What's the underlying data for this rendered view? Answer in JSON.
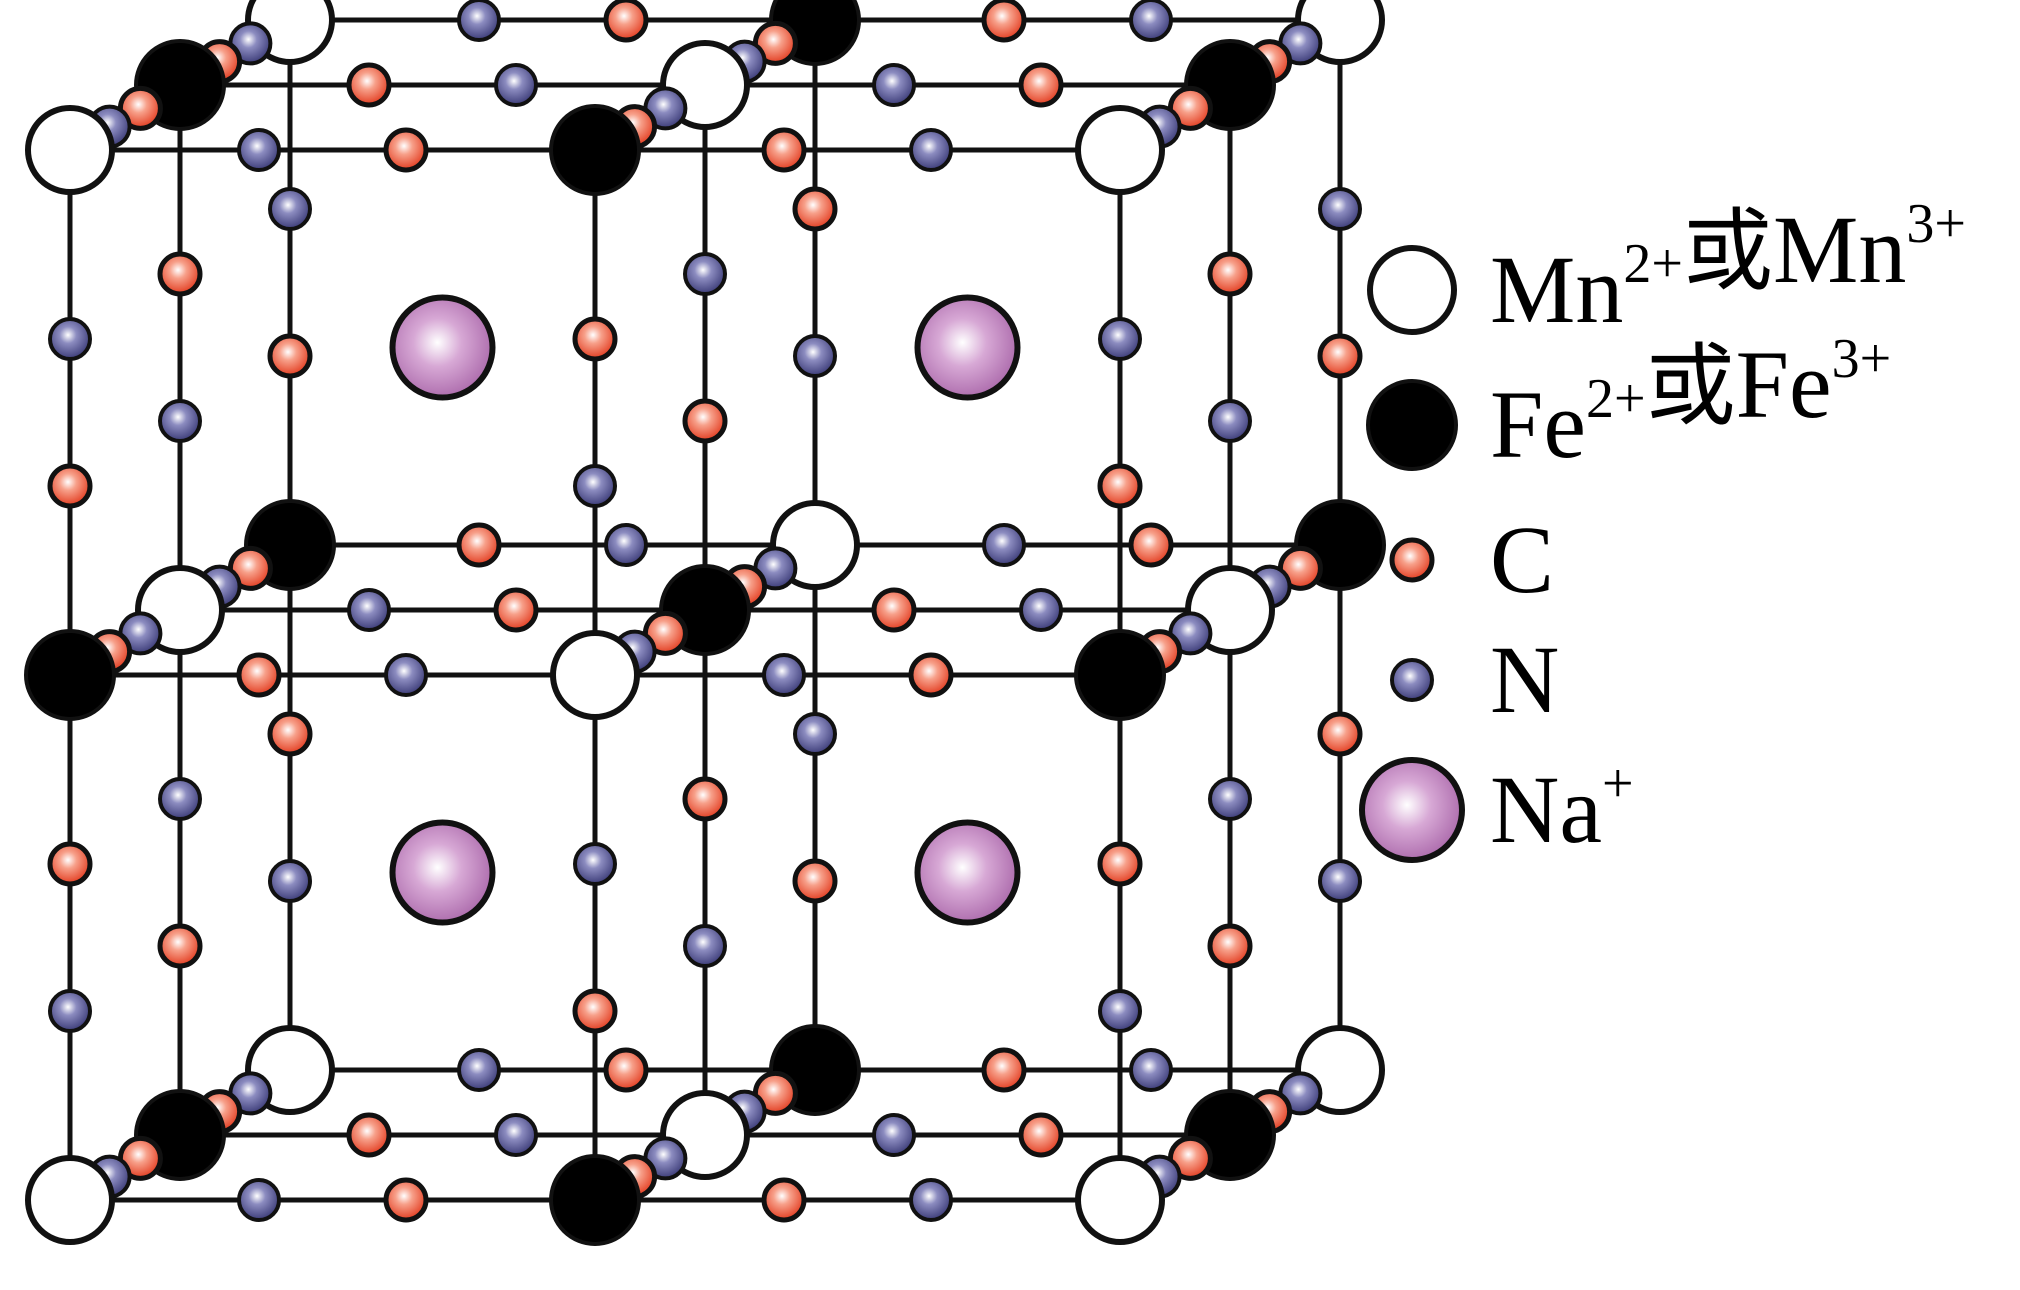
{
  "legend": [
    {
      "kind": "mn",
      "parts": [
        {
          "t": "Mn"
        },
        {
          "t": "2+",
          "sup": true
        },
        {
          "t": "或",
          "cjk": true
        },
        {
          "t": "Mn"
        },
        {
          "t": "3+",
          "sup": true
        }
      ]
    },
    {
      "kind": "fe",
      "parts": [
        {
          "t": "Fe"
        },
        {
          "t": "2+",
          "sup": true
        },
        {
          "t": "或",
          "cjk": true
        },
        {
          "t": "Fe"
        },
        {
          "t": "3+",
          "sup": true
        }
      ]
    },
    {
      "kind": "c",
      "parts": [
        {
          "t": "C"
        }
      ]
    },
    {
      "kind": "n",
      "parts": [
        {
          "t": "N"
        }
      ]
    },
    {
      "kind": "na",
      "parts": [
        {
          "t": "Na"
        },
        {
          "t": "+",
          "sup": true
        }
      ]
    }
  ],
  "colors": {
    "line": "#111111",
    "mn_fill": "#ffffff",
    "fe_fill": "#000000",
    "c_fill": "#e8492e",
    "n_fill": "#4a4a86",
    "na_fill": "#b679b5"
  }
}
